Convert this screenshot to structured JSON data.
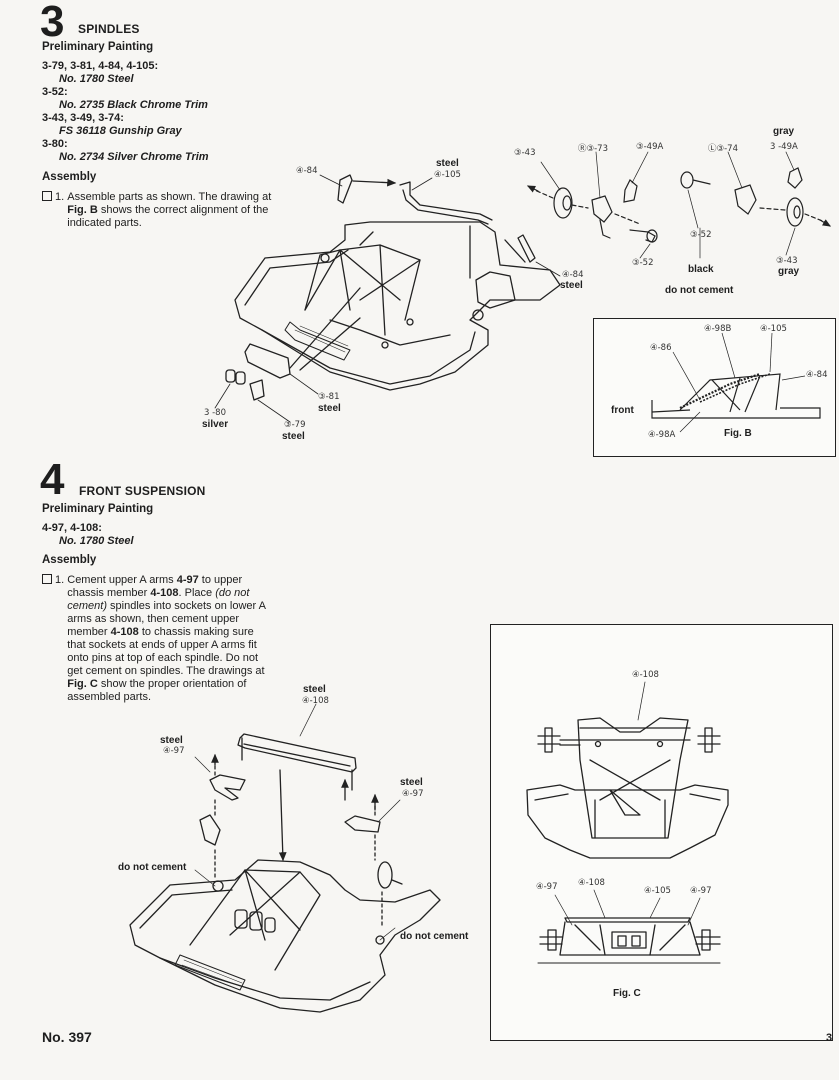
{
  "step3": {
    "number": "3",
    "title": "SPINDLES",
    "prelim_heading": "Preliminary Painting",
    "paint": [
      {
        "parts": "3-79, 3-81, 4-84, 4-105:",
        "color": "No. 1780 Steel"
      },
      {
        "parts": "3-52:",
        "color": "No. 2735 Black Chrome Trim"
      },
      {
        "parts": "3-43, 3-49, 3-74:",
        "color": "FS 36118 Gunship Gray"
      },
      {
        "parts": "3-80:",
        "color": "No. 2734 Silver Chrome Trim"
      }
    ],
    "assembly_heading": "Assembly",
    "instruction": {
      "num": "1.",
      "t1": "Assemble parts as shown. The drawing at ",
      "fig_ref": "Fig. B",
      "t2": " shows the correct alignment of the indicated parts."
    },
    "labels": {
      "p4_84a": "④-84",
      "steel_105": "steel",
      "p4_105": "④-105",
      "p4_84b": "④-84",
      "steel_84b": "steel",
      "p3_81": "③-81",
      "steel_81": "steel",
      "p3_80": "3 -80",
      "silver": "silver",
      "p3_79": "③-79",
      "steel_79": "steel",
      "p3_43a": "③-43",
      "r_73": "Ⓡ③-73",
      "p3_49a": "③-49A",
      "l_74": "Ⓛ③-74",
      "gray_top": "gray",
      "p3_49a_b": "3 -49A",
      "p3_52a": "③-52",
      "p3_52b": "③-52",
      "black": "black",
      "p3_43b": "③-43",
      "gray_b": "gray",
      "do_not_cement": "do not cement"
    },
    "figB": {
      "caption": "Fig. B",
      "front": "front",
      "p98b": "④-98B",
      "p105": "④-105",
      "p86": "④-86",
      "p84": "④-84",
      "p98a": "④-98A"
    }
  },
  "step4": {
    "number": "4",
    "title": "FRONT SUSPENSION",
    "prelim_heading": "Preliminary Painting",
    "paint_parts": "4-97, 4-108:",
    "paint_color": "No. 1780 Steel",
    "assembly_heading": "Assembly",
    "instruction": {
      "num": "1.",
      "t1": "Cement upper A arms ",
      "p1": "4-97",
      "t2": " to upper chassis member ",
      "p2": "4-108",
      "t3": ". Place ",
      "it": "(do not cement)",
      "t4": " spindles into sockets on lower A arms as shown, then cement upper member ",
      "p3": "4-108",
      "t5": " to chassis making sure that sockets at ends of upper A arms fit onto pins at top of each spindle. Do not get cement on spindles. The drawings at ",
      "fig": "Fig. C",
      "t6": " show the proper orientation of assembled parts."
    },
    "labels": {
      "steel_108": "steel",
      "p4_108": "④-108",
      "steel_97a": "steel",
      "p4_97a": "④-97",
      "steel_97b": "steel",
      "p4_97b": "④-97",
      "dnc_left": "do not cement",
      "dnc_right": "do not cement"
    },
    "figC": {
      "caption": "Fig. C",
      "p108_top": "④-108",
      "p97a": "④-97",
      "p108": "④-108",
      "p105": "④-105",
      "p97b": "④-97"
    }
  },
  "footer": {
    "kit_no": "No. 397",
    "page": "3"
  }
}
